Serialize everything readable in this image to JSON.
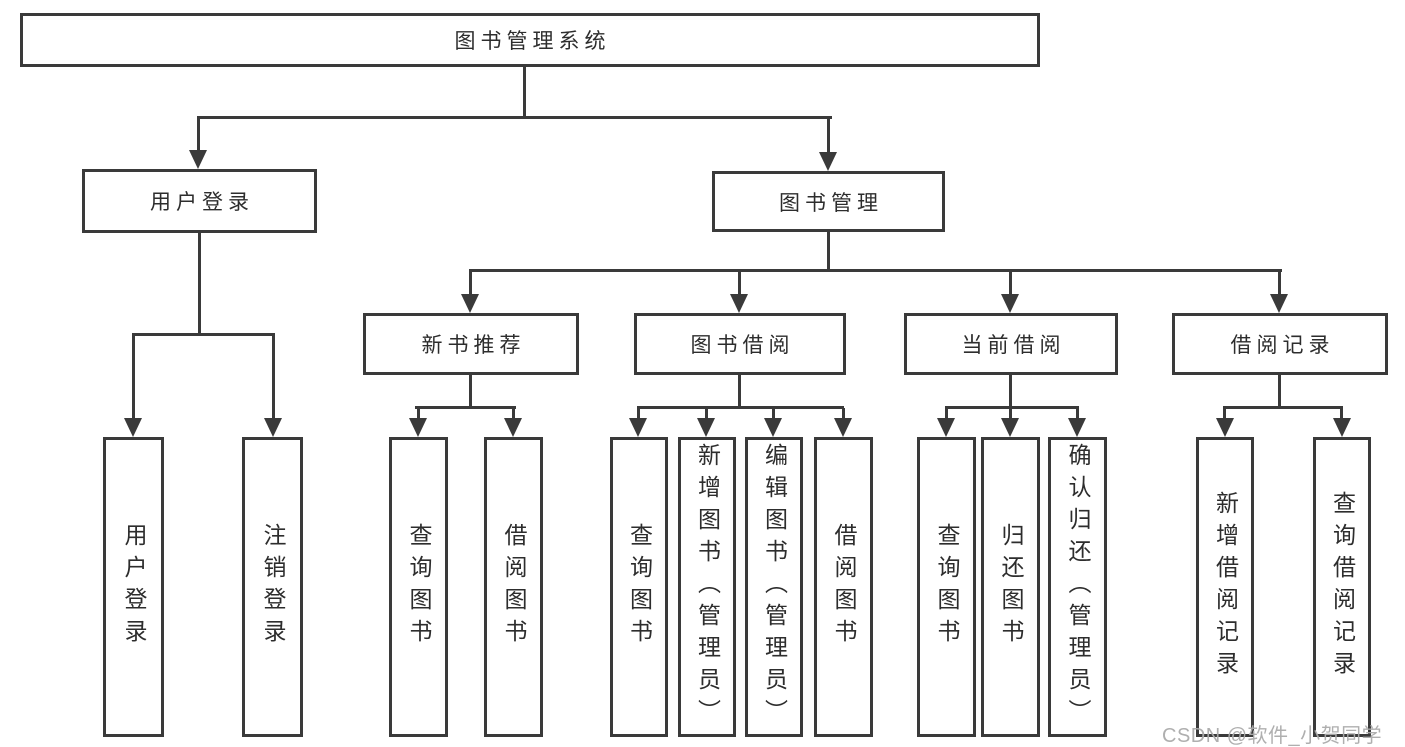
{
  "title": "图书管理系统",
  "nodes": {
    "root": "图书管理系统",
    "user_login": "用户登录",
    "book_mgmt": "图书管理",
    "new_book_rec": "新书推荐",
    "book_borrow": "图书借阅",
    "current_borrow": "当前借阅",
    "borrow_record": "借阅记录",
    "leaf_user_login": "用户登录",
    "leaf_logout": "注销登录",
    "leaf_query_book_newrec": "查询图书",
    "leaf_borrow_book_newrec": "借阅图书",
    "leaf_query_book_borrow": "查询图书",
    "leaf_add_book_admin": "新增图书（管理员）",
    "leaf_edit_book_admin": "编辑图书（管理员）",
    "leaf_borrow_book_borrow": "借阅图书",
    "leaf_query_book_current": "查询图书",
    "leaf_return_book": "归还图书",
    "leaf_confirm_return_admin": "确认归还（管理员）",
    "leaf_add_borrow_record": "新增借阅记录",
    "leaf_query_borrow_record": "查询借阅记录"
  },
  "watermark": "CSDN @软件_小贺同学",
  "colors": {
    "line": "#3a3a3a",
    "text": "#2d2d2d",
    "watermark": "#ababab",
    "background": "#ffffff"
  }
}
